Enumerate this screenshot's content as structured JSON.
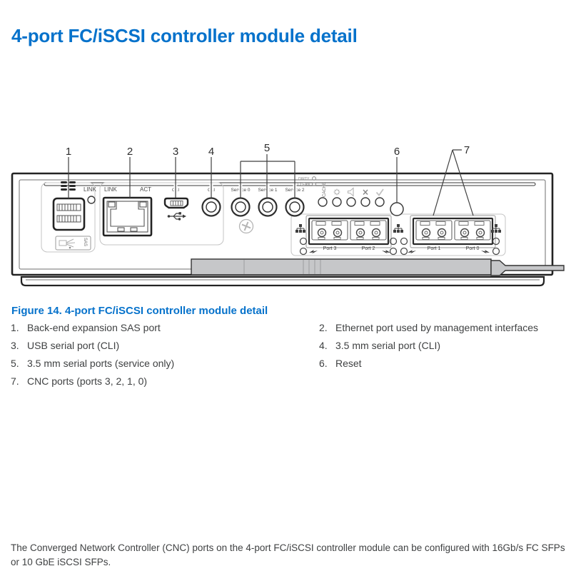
{
  "title": "4-port FC/iSCSI controller module detail",
  "figure": {
    "caption": "Figure 14. 4-port FC/iSCSI controller module detail",
    "callouts": [
      "1",
      "2",
      "3",
      "4",
      "5",
      "6",
      "7"
    ],
    "labels": {
      "sas_link": "LINK",
      "eth_link": "LINK",
      "eth_act": "ACT",
      "sas": "SAS",
      "usb_cli": "CLI",
      "serial_cli": "CLI",
      "service_0": "Service 0",
      "service_1": "Service 1",
      "service_2": "Service 2",
      "cache_dirty": "DIRTY",
      "cache_clean": "CLEAN",
      "cache": "CACHE",
      "port_3": "Port 3",
      "port_2": "Port 2",
      "port_1": "Port 1",
      "port_0": "Port 0"
    }
  },
  "legend": {
    "items": [
      {
        "num": "1.",
        "text": "Back-end expansion SAS port"
      },
      {
        "num": "2.",
        "text": "Ethernet port used by management interfaces"
      },
      {
        "num": "3.",
        "text": "USB serial port (CLI)"
      },
      {
        "num": "4.",
        "text": "3.5 mm serial port (CLI)"
      },
      {
        "num": "5.",
        "text": "3.5 mm serial ports (service only)"
      },
      {
        "num": "6.",
        "text": "Reset"
      },
      {
        "num": "7.",
        "text": "CNC ports (ports 3, 2, 1, 0)"
      }
    ]
  },
  "note": "The Converged Network Controller (CNC) ports on the 4-port FC/iSCSI controller module can be configured with 16Gb/s FC SFPs or 10 GbE iSCSI SFPs.",
  "colors": {
    "accent": "#0672CB",
    "body_text": "#3f4142",
    "diagram_line": "#232323"
  }
}
